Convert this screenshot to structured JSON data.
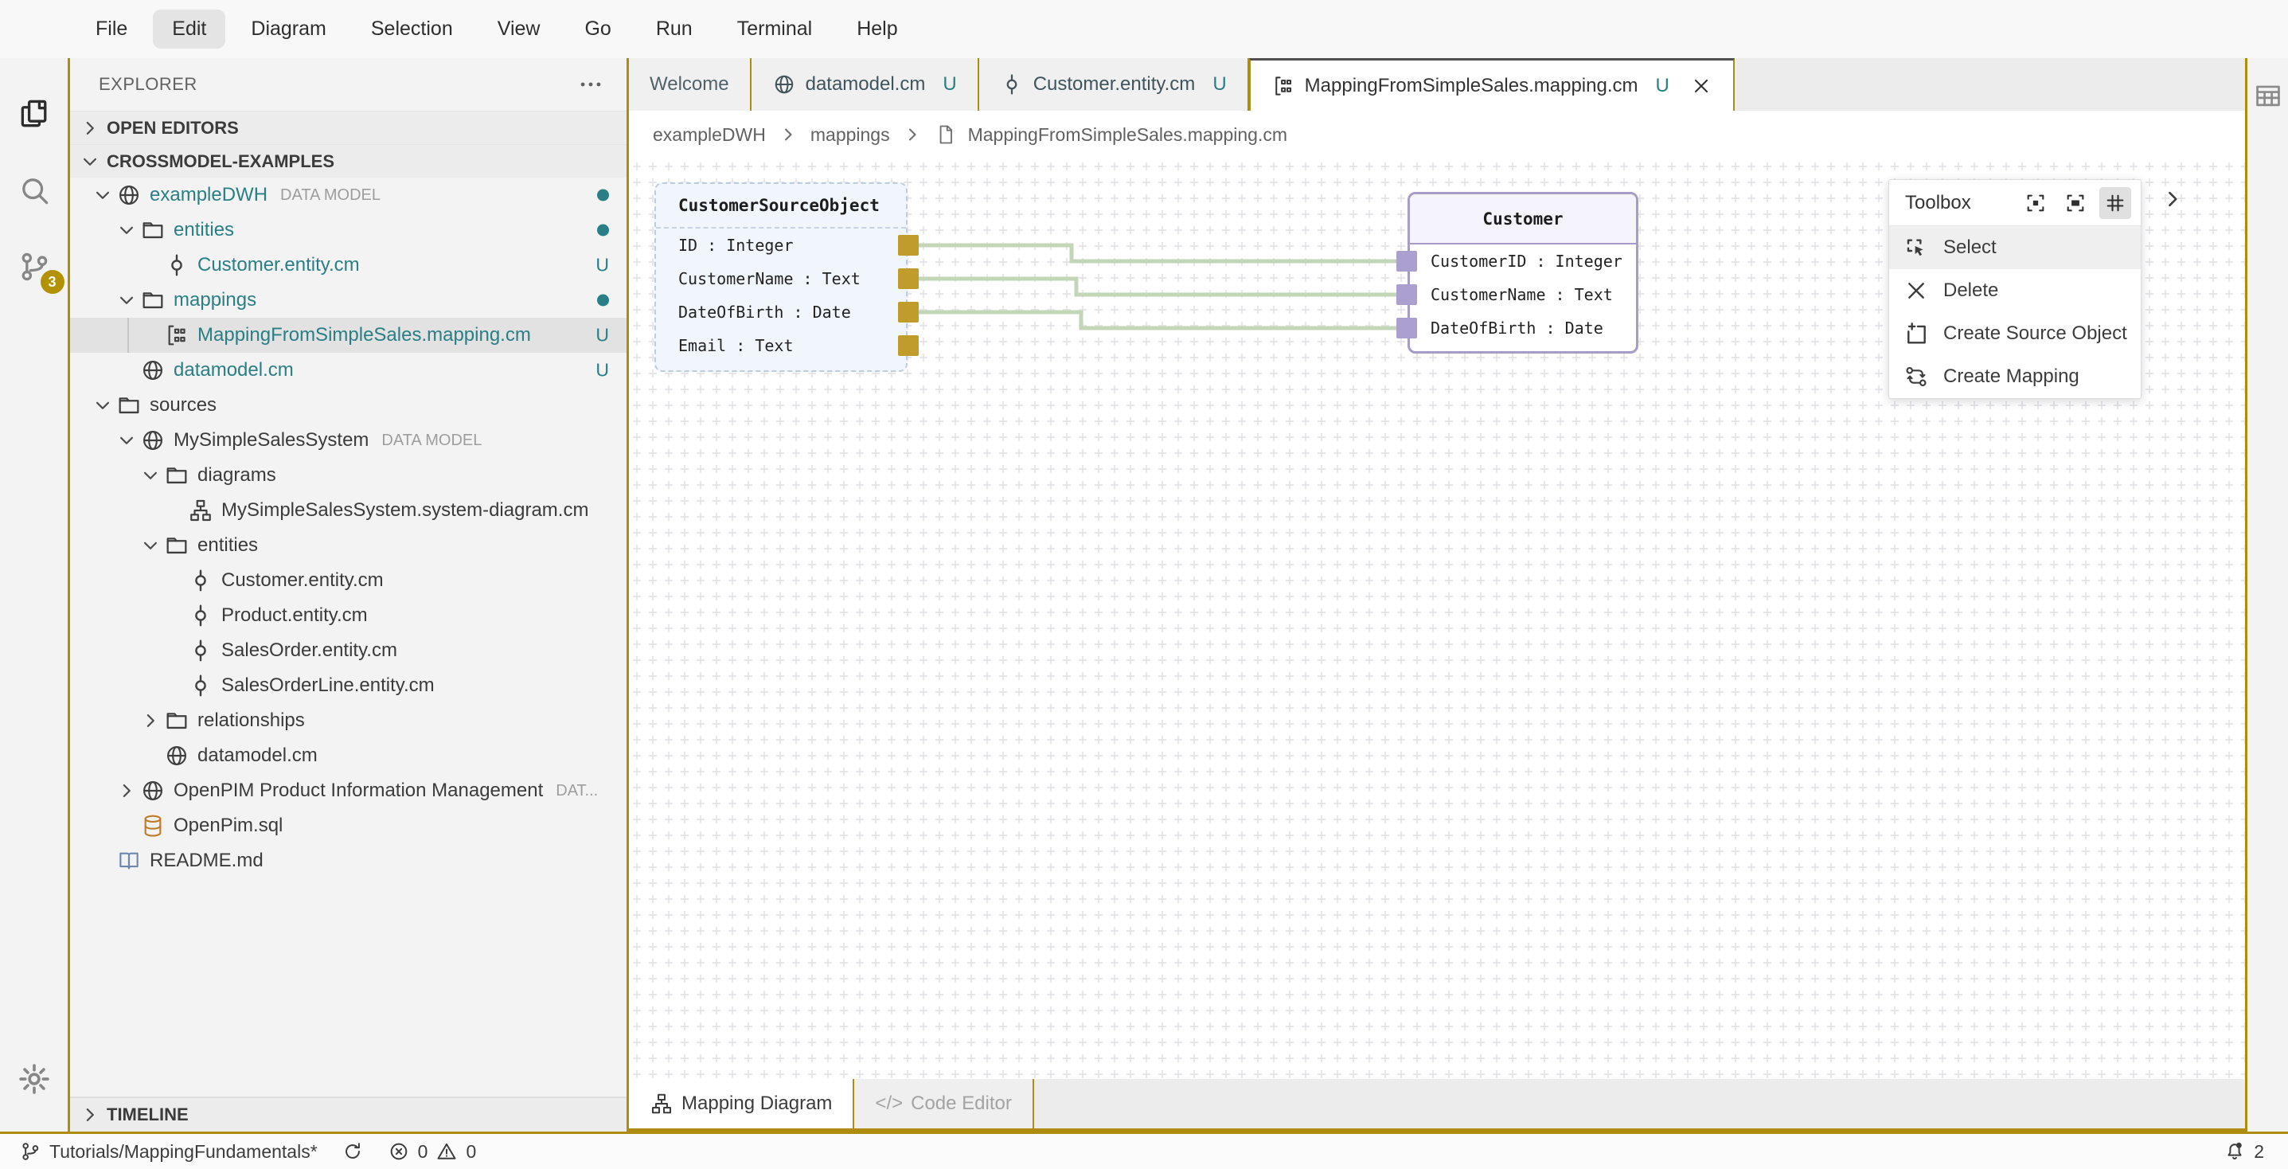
{
  "menu": {
    "items": [
      {
        "label": "File",
        "active": false
      },
      {
        "label": "Edit",
        "active": true
      },
      {
        "label": "Diagram",
        "active": false
      },
      {
        "label": "Selection",
        "active": false
      },
      {
        "label": "View",
        "active": false
      },
      {
        "label": "Go",
        "active": false
      },
      {
        "label": "Run",
        "active": false
      },
      {
        "label": "Terminal",
        "active": false
      },
      {
        "label": "Help",
        "active": false
      }
    ]
  },
  "activity_bar": {
    "top": [
      {
        "icon": "files-icon",
        "active": true
      },
      {
        "icon": "search-icon",
        "active": false
      },
      {
        "icon": "source-control-icon",
        "active": false,
        "badge": "3"
      }
    ],
    "bottom": [
      {
        "icon": "gear-icon"
      }
    ]
  },
  "sidebar": {
    "title": "EXPLORER",
    "more_icon": "ellipsis-icon",
    "open_editors_label": "OPEN EDITORS",
    "workspace_label": "CROSSMODEL-EXAMPLES",
    "timeline_label": "TIMELINE",
    "tree": [
      {
        "label": "exampleDWH",
        "suffix": "DATA MODEL",
        "icon": "globe-icon",
        "depth": 1,
        "twisty": "down",
        "modified": true,
        "badge": "dot"
      },
      {
        "label": "entities",
        "icon": "folder-icon",
        "depth": 2,
        "twisty": "down",
        "modified": true,
        "badge": "dot"
      },
      {
        "label": "Customer.entity.cm",
        "icon": "entity-icon",
        "depth": 3,
        "twisty": "none",
        "modified": true,
        "badge": "U"
      },
      {
        "label": "mappings",
        "icon": "folder-icon",
        "depth": 2,
        "twisty": "down",
        "modified": true,
        "badge": "dot"
      },
      {
        "label": "MappingFromSimpleSales.mapping.cm",
        "icon": "mapping-icon",
        "depth": 3,
        "twisty": "none",
        "modified": true,
        "badge": "U",
        "selected": true
      },
      {
        "label": "datamodel.cm",
        "icon": "globe-icon",
        "depth": 2,
        "twisty": "none",
        "modified": true,
        "badge": "U"
      },
      {
        "label": "sources",
        "icon": "folder-icon",
        "depth": 1,
        "twisty": "down",
        "modified": false
      },
      {
        "label": "MySimpleSalesSystem",
        "suffix": "DATA MODEL",
        "icon": "globe-icon",
        "depth": 2,
        "twisty": "down",
        "modified": false
      },
      {
        "label": "diagrams",
        "icon": "folder-icon",
        "depth": 3,
        "twisty": "down",
        "modified": false
      },
      {
        "label": "MySimpleSalesSystem.system-diagram.cm",
        "icon": "diagram-icon",
        "depth": 4,
        "twisty": "none",
        "modified": false
      },
      {
        "label": "entities",
        "icon": "folder-icon",
        "depth": 3,
        "twisty": "down",
        "modified": false
      },
      {
        "label": "Customer.entity.cm",
        "icon": "entity-icon",
        "depth": 4,
        "twisty": "none",
        "modified": false
      },
      {
        "label": "Product.entity.cm",
        "icon": "entity-icon",
        "depth": 4,
        "twisty": "none",
        "modified": false
      },
      {
        "label": "SalesOrder.entity.cm",
        "icon": "entity-icon",
        "depth": 4,
        "twisty": "none",
        "modified": false
      },
      {
        "label": "SalesOrderLine.entity.cm",
        "icon": "entity-icon",
        "depth": 4,
        "twisty": "none",
        "modified": false
      },
      {
        "label": "relationships",
        "icon": "folder-icon",
        "depth": 3,
        "twisty": "right",
        "modified": false
      },
      {
        "label": "datamodel.cm",
        "icon": "globe-icon",
        "depth": 3,
        "twisty": "none",
        "modified": false
      },
      {
        "label": "OpenPIM Product Information Management",
        "suffix": "DAT...",
        "icon": "globe-icon",
        "depth": 2,
        "twisty": "right",
        "modified": false
      },
      {
        "label": "OpenPim.sql",
        "icon": "database-icon",
        "depth": 2,
        "twisty": "none",
        "modified": false,
        "icon_color": "#c07a28"
      },
      {
        "label": "README.md",
        "icon": "readme-icon",
        "depth": 1,
        "twisty": "none",
        "modified": false,
        "icon_color": "#6b88b0"
      }
    ]
  },
  "editor": {
    "tabs": [
      {
        "label": "Welcome",
        "icon": null,
        "active": false,
        "modified": null
      },
      {
        "label": "datamodel.cm",
        "icon": "globe-icon",
        "active": false,
        "modified": "U"
      },
      {
        "label": "Customer.entity.cm",
        "icon": "entity-icon",
        "active": false,
        "modified": "U"
      },
      {
        "label": "MappingFromSimpleSales.mapping.cm",
        "icon": "mapping-icon",
        "active": true,
        "modified": "U",
        "closable": true
      }
    ],
    "breadcrumb": [
      {
        "label": "exampleDWH"
      },
      {
        "label": "mappings"
      },
      {
        "label": "MappingFromSimpleSales.mapping.cm",
        "icon": "file-icon"
      }
    ],
    "bottom_tabs": [
      {
        "label": "Mapping Diagram",
        "icon": "diagram-icon",
        "active": true
      },
      {
        "label": "Code Editor",
        "icon": "code-icon",
        "active": false
      }
    ]
  },
  "diagram": {
    "source_node": {
      "title": "CustomerSourceObject",
      "attributes": [
        "ID : Integer",
        "CustomerName : Text",
        "DateOfBirth : Date",
        "Email : Text"
      ]
    },
    "target_node": {
      "title": "Customer",
      "attributes": [
        "CustomerID : Integer",
        "CustomerName : Text",
        "DateOfBirth : Date"
      ]
    },
    "mappings": [
      {
        "from": "ID",
        "to": "CustomerID"
      },
      {
        "from": "CustomerName",
        "to": "CustomerName"
      },
      {
        "from": "DateOfBirth",
        "to": "DateOfBirth"
      }
    ]
  },
  "toolbox": {
    "title": "Toolbox",
    "header_icons": [
      {
        "icon": "center-selection-icon",
        "active": false
      },
      {
        "icon": "fit-screen-icon",
        "active": false
      },
      {
        "icon": "grid-toggle-icon",
        "active": true
      }
    ],
    "collapse_icon": "chevron-right-icon",
    "items": [
      {
        "label": "Select",
        "icon": "select-tool-icon",
        "active": true
      },
      {
        "label": "Delete",
        "icon": "delete-x-icon",
        "active": false
      },
      {
        "label": "Create Source Object",
        "icon": "create-source-object-icon",
        "active": false
      },
      {
        "label": "Create Mapping",
        "icon": "create-mapping-icon",
        "active": false
      }
    ]
  },
  "aux_bar": {
    "icon": "table-icon"
  },
  "status_bar": {
    "branch": {
      "icon": "remote-branch-icon",
      "label": "Tutorials/MappingFundamentals*"
    },
    "sync_icon": "sync-icon",
    "errors": {
      "icon": "error-icon",
      "count": "0"
    },
    "warnings": {
      "icon": "warning-icon",
      "count": "0"
    },
    "notifications": {
      "icon": "bell-icon",
      "count": "2"
    }
  },
  "colors": {
    "accent_gold": "#ad8c0f",
    "port_gold": "#c09c2c",
    "modified_teal": "#2a7e86",
    "connection_green": "#c3d7b8",
    "target_purple": "#a79cc8",
    "source_border_blue": "#bccde0"
  }
}
